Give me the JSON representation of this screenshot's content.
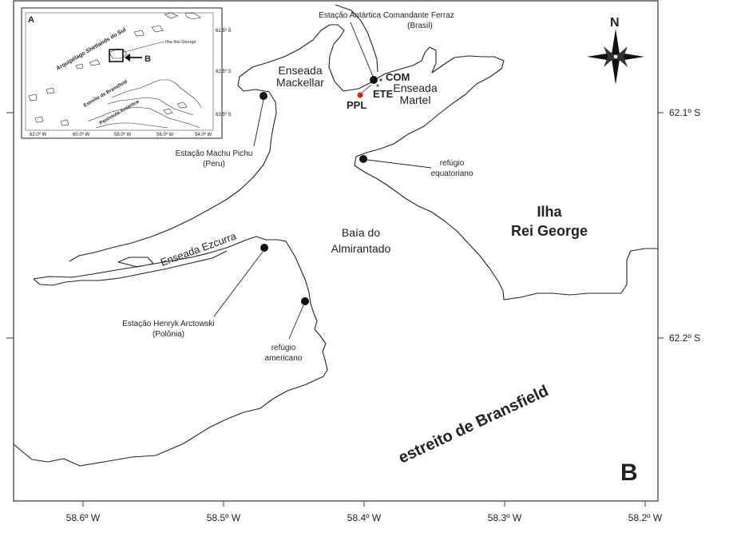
{
  "panel_label": "B",
  "inset": {
    "panel_label": "A",
    "labels": {
      "archipelago": "Arquipélago Shetlands do Sul",
      "island": "Ilha Rei George",
      "strait": "Estreito de Bransfield",
      "peninsula": "Península Antártica",
      "b_marker": "B"
    },
    "lon_ticks": [
      "62.0º W",
      "60.0º W",
      "58.0º W",
      "56.0º W",
      "54.0º W"
    ],
    "lat_ticks": [
      "61.5º S",
      "62.5º S",
      "63.5º S"
    ]
  },
  "north_arrow": {
    "label": "N",
    "icon": "compass-rose-icon"
  },
  "axes": {
    "lon_ticks": [
      "58.6º W",
      "58.5º W",
      "58.4º W",
      "58.3º W",
      "58.2º W"
    ],
    "lat_ticks": [
      "62.1º S",
      "62.2º S"
    ]
  },
  "stations": {
    "ferraz_name": "Estação Antártica Comandante Ferraz",
    "ferraz_country": "(Brasil)",
    "machu_name": "Estação Machu Pichu",
    "machu_country": "(Peru)",
    "arctowski_name": "Estação Henryk Arctowski",
    "arctowski_country": "(Polônia)",
    "refugio_eq_1": "refúgio",
    "refugio_eq_2": "equatoriano",
    "refugio_am_1": "refúgio",
    "refugio_am_2": "americano"
  },
  "sites": {
    "com": {
      "label": "COM",
      "color": "#3a3ab8"
    },
    "ete": {
      "label": "ETE",
      "color": "#1a9a4a"
    },
    "ppl": {
      "label": "PPL",
      "color": "#d42020"
    }
  },
  "features": {
    "mackellar_1": "Enseada",
    "mackellar_2": "Mackellar",
    "martel_1": "Enseada",
    "martel_2": "Martel",
    "admiralty_1": "Baía do",
    "admiralty_2": "Almirantado",
    "ezcurra": "Enseada Ezcurra",
    "island_1": "Ilha",
    "island_2": "Rei George",
    "strait": "estreito de Bransfield"
  }
}
